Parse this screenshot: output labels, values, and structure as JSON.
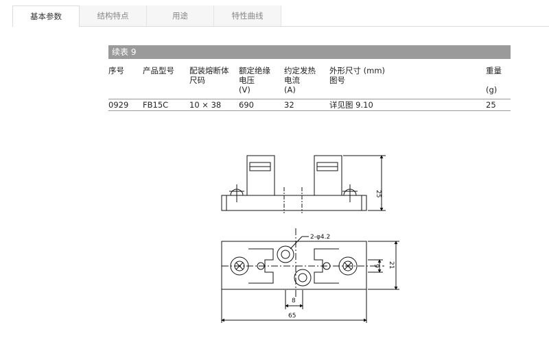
{
  "tabs": [
    {
      "label": "基本参数",
      "active": true
    },
    {
      "label": "结构特点",
      "active": false
    },
    {
      "label": "用途",
      "active": false
    },
    {
      "label": "特性曲线",
      "active": false
    }
  ],
  "section": {
    "title": "续表 9"
  },
  "table": {
    "headers": {
      "no": "序号",
      "model": "产品型号",
      "fuse_size": [
        "配装熔断体",
        "尺码"
      ],
      "insulation_voltage": [
        "额定绝缘",
        "电压",
        "(V)"
      ],
      "heating_current": [
        "约定发热",
        "电流",
        "(A)"
      ],
      "dimensions": [
        "外形尺寸 (mm)",
        "图号"
      ],
      "weight": [
        "重量",
        "(g)"
      ]
    },
    "rows": [
      {
        "no": "0929",
        "model": "FB15C",
        "fuse_size": "10 × 38",
        "insulation_voltage": "690",
        "heating_current": "32",
        "dimensions": "详见图 9.10",
        "weight": "25"
      }
    ]
  },
  "drawing": {
    "dims": {
      "height": "25",
      "hole": "2-φ4.2",
      "spacing_small": "9",
      "width_small": "21",
      "offset": "8",
      "length": "65"
    }
  },
  "colors": {
    "section_bar": "#9a9a9a",
    "tab_inactive": "#f6f6f6",
    "line": "#111111"
  }
}
